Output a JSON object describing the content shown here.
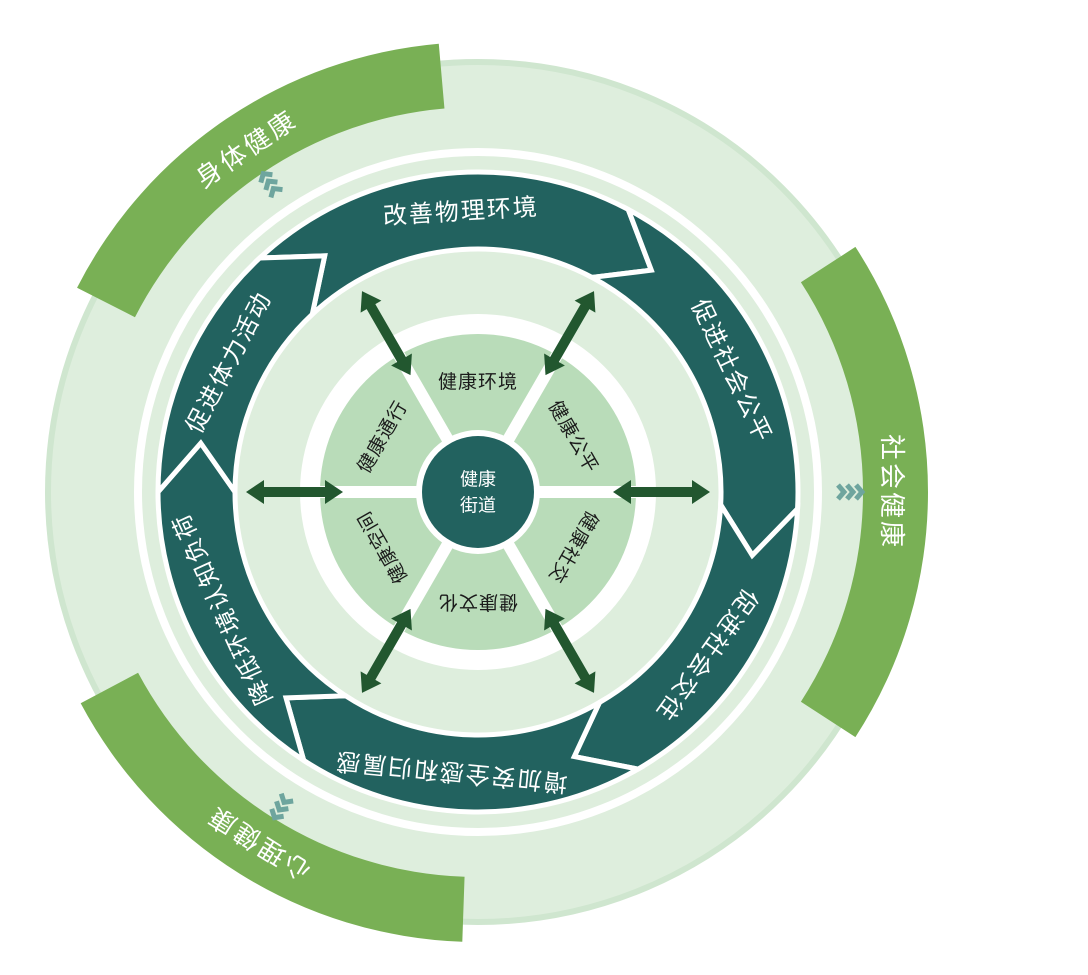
{
  "center": {
    "line1": "健康",
    "line2": "街道"
  },
  "inner_sectors": [
    "健康环境",
    "健康公平",
    "健康社交",
    "健康文化",
    "健康空间",
    "健康通行"
  ],
  "middle_ring": [
    "改善物理环境",
    "促进社会公平",
    "促进社会交往",
    "增加安全感和归属感",
    "降低环境认知负荷",
    "促进体力活动"
  ],
  "outer_bands": [
    "身体健康",
    "社会健康",
    "心理健康"
  ],
  "colors": {
    "background_circle": "#deeedd",
    "outer_band": "#79b055",
    "ring_segment": "#22625f",
    "inner_disc": "#b9dcb9",
    "center_disc": "#22625f",
    "arrow": "#22572f",
    "chevron": "#6ea59e"
  }
}
